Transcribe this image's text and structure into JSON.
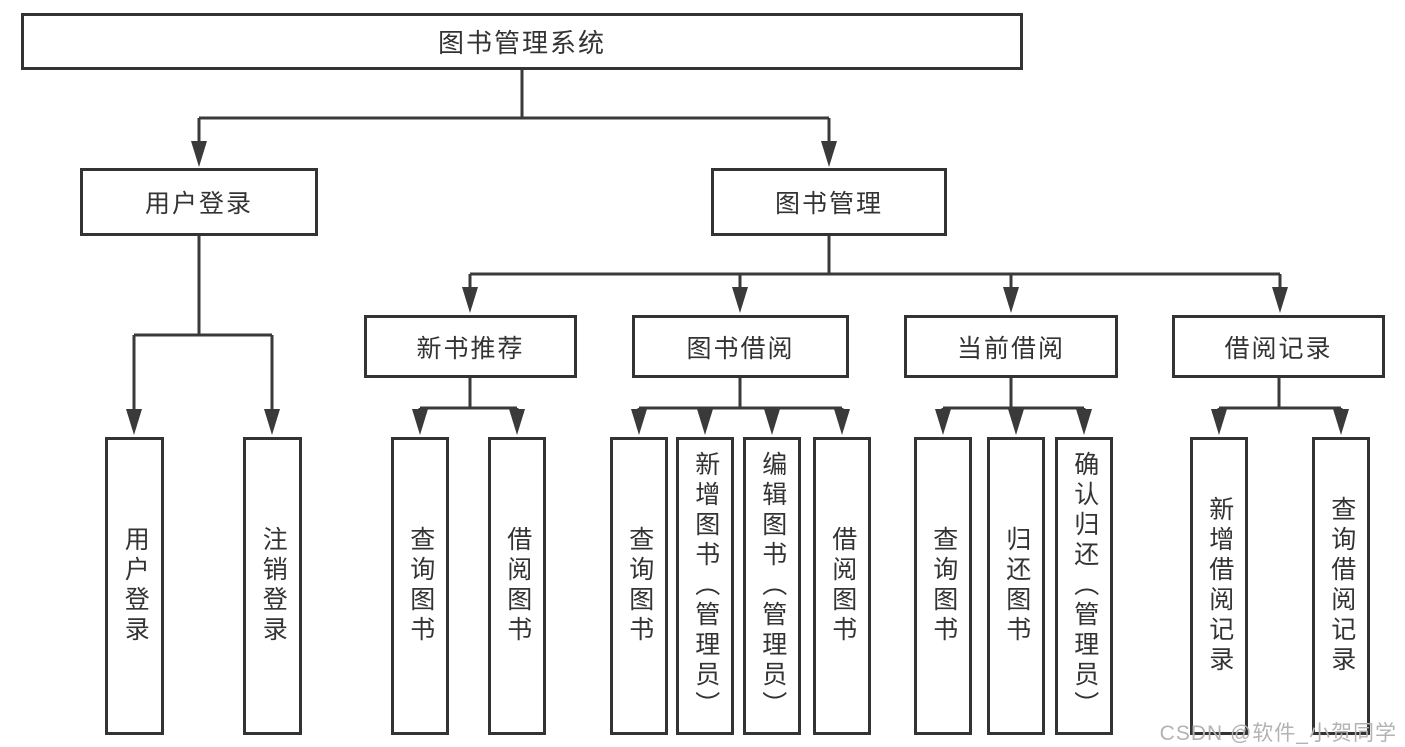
{
  "diagram_type": "functional-structure-tree",
  "colors": {
    "line": "#3a3a3a",
    "border": "#333333",
    "text": "#333333",
    "background": "#ffffff",
    "watermark": "#b3b3b3"
  },
  "tree": {
    "root": {
      "label": "图书管理系统",
      "children": [
        {
          "label": "用户登录",
          "children": [
            {
              "label": "用户登录"
            },
            {
              "label": "注销登录"
            }
          ]
        },
        {
          "label": "图书管理",
          "children": [
            {
              "label": "新书推荐",
              "children": [
                {
                  "label": "查询图书"
                },
                {
                  "label": "借阅图书"
                }
              ]
            },
            {
              "label": "图书借阅",
              "children": [
                {
                  "label": "查询图书"
                },
                {
                  "label": "新增图书（管理员）"
                },
                {
                  "label": "编辑图书（管理员）"
                },
                {
                  "label": "借阅图书"
                }
              ]
            },
            {
              "label": "当前借阅",
              "children": [
                {
                  "label": "查询图书"
                },
                {
                  "label": "归还图书"
                },
                {
                  "label": "确认归还（管理员）"
                }
              ]
            },
            {
              "label": "借阅记录",
              "children": [
                {
                  "label": "新增借阅记录"
                },
                {
                  "label": "查询借阅记录"
                }
              ]
            }
          ]
        }
      ]
    }
  },
  "watermark": {
    "text": "CSDN @软件_小贺同学"
  }
}
